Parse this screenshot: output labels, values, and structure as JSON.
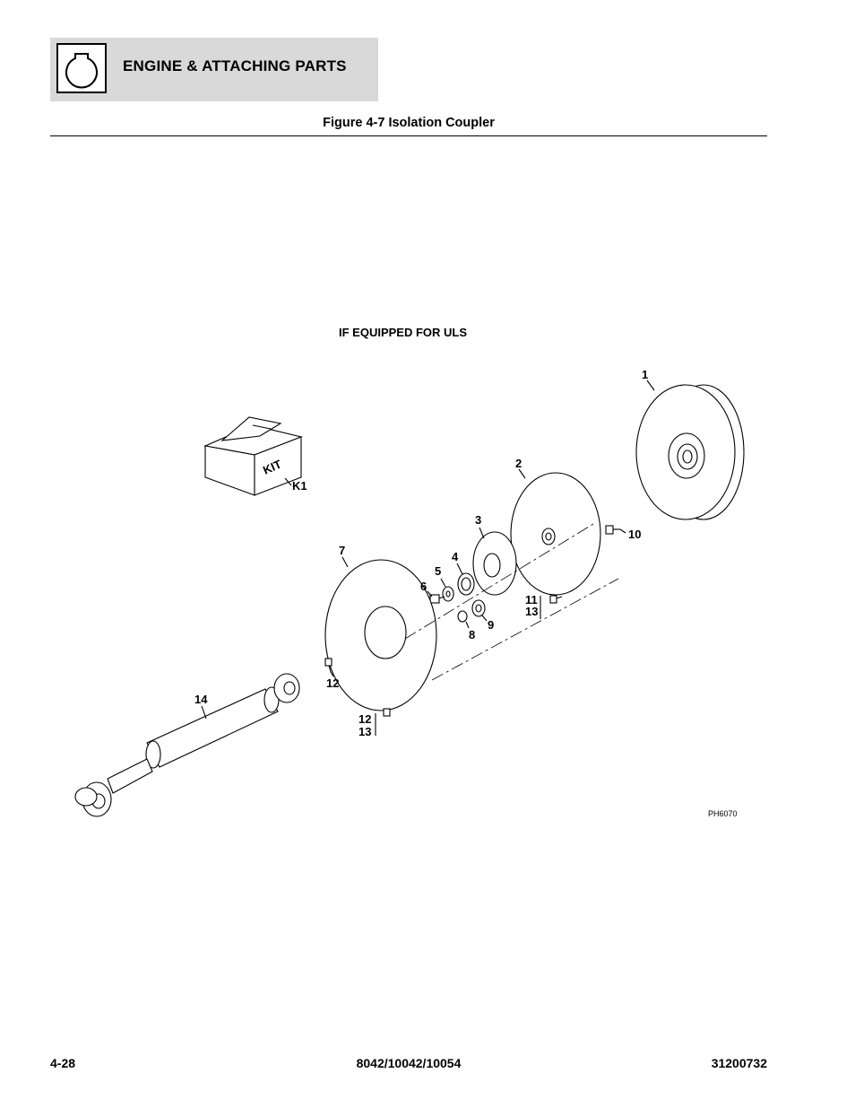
{
  "header": {
    "title": "ENGINE & ATTACHING PARTS"
  },
  "figure": {
    "title": "Figure 4-7 Isolation Coupler",
    "note": "IF EQUIPPED FOR ULS",
    "drawing_id": "PH6070",
    "kit_label": "KIT"
  },
  "callouts": {
    "c1": "1",
    "c2": "2",
    "c3": "3",
    "c4": "4",
    "c5": "5",
    "c6": "6",
    "c7": "7",
    "c8": "8",
    "c9": "9",
    "c10": "10",
    "c11": "11",
    "c12": "12",
    "c13": "13",
    "c14": "14",
    "ck1": "K1"
  },
  "footer": {
    "page": "4-28",
    "models": "8042/10042/10054",
    "doc_number": "31200732"
  }
}
